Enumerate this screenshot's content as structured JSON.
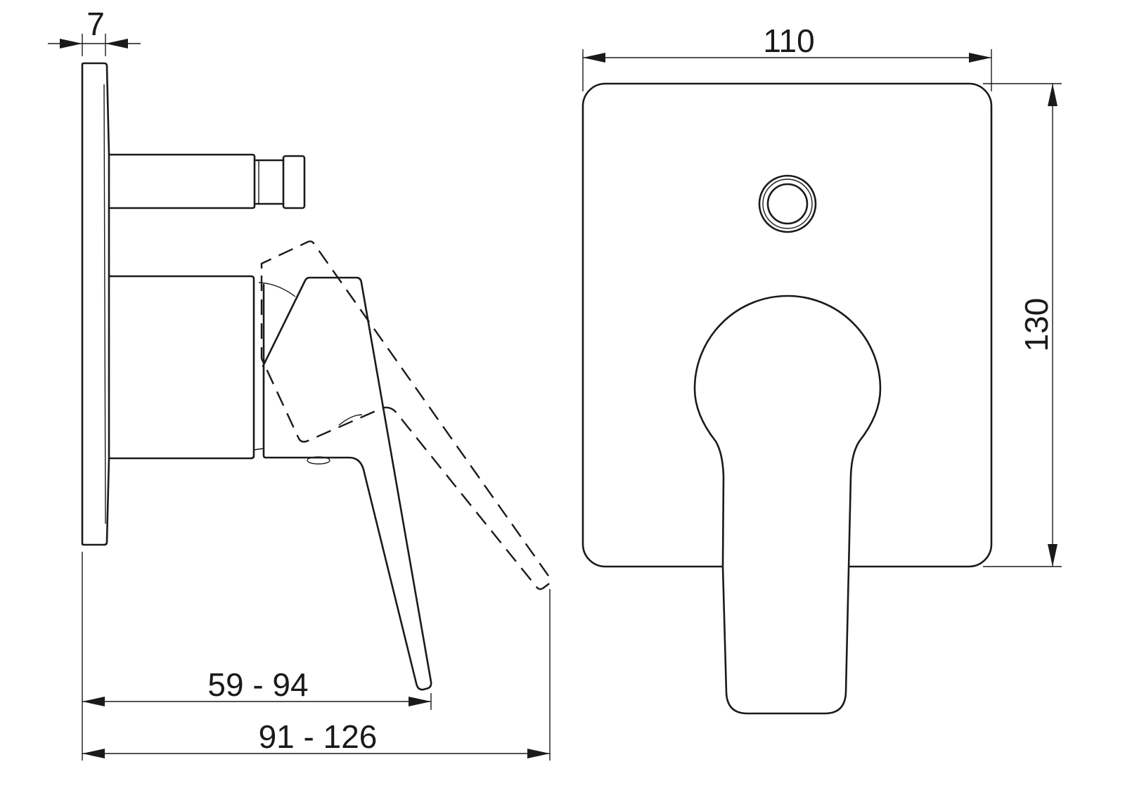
{
  "dimensions": {
    "plate_thickness": "7",
    "width": "110",
    "height": "130",
    "projection_min": "59 - 94",
    "projection_max": "91 - 126"
  },
  "colors": {
    "line": "#1a1a1a",
    "background": "#ffffff"
  }
}
